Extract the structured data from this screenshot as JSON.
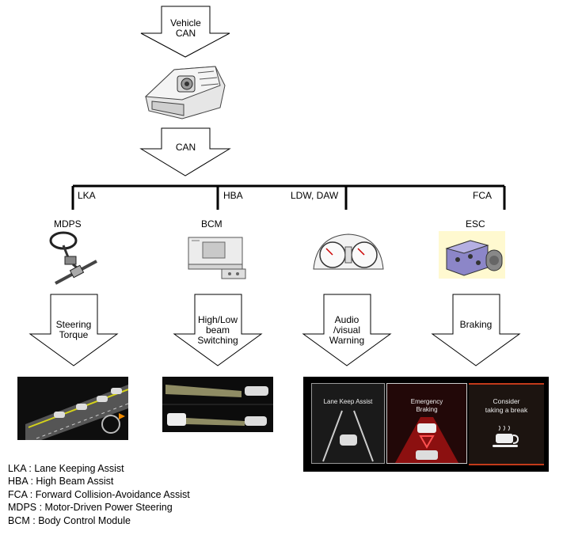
{
  "top_arrow": {
    "line1": "Vehicle",
    "line2": "CAN"
  },
  "can_arrow": {
    "label": "CAN"
  },
  "branches": [
    {
      "bus_label": "LKA",
      "module": "MDPS",
      "arrow_line1": "Steering",
      "arrow_line2": "Torque",
      "arrow_line3": ""
    },
    {
      "bus_label": "HBA",
      "module": "BCM",
      "arrow_line1": "High/Low",
      "arrow_line2": "beam",
      "arrow_line3": "Switching"
    },
    {
      "bus_label": "LDW, DAW",
      "module": "",
      "arrow_line1": "Audio",
      "arrow_line2": "/visual",
      "arrow_line3": "Warning"
    },
    {
      "bus_label": "FCA",
      "module": "ESC",
      "arrow_line1": "Braking",
      "arrow_line2": "",
      "arrow_line3": ""
    }
  ],
  "cluster_panels": {
    "panel1": "Lane Keep Assist",
    "panel2_line1": "Emergency",
    "panel2_line2": "Braking",
    "panel3_line1": "Consider",
    "panel3_line2": "taking a break"
  },
  "legend": [
    "LKA : Lane Keeping Assist",
    "HBA : High Beam Assist",
    "FCA : Forward Collision-Avoidance Assist",
    "MDPS : Motor-Driven Power Steering",
    "BCM : Body Control Module"
  ]
}
